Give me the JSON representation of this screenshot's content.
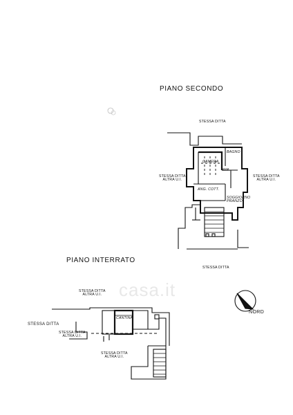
{
  "floors": {
    "second": "PIANO SECONDO",
    "basement": "PIANO INTERRATO"
  },
  "second_floor": {
    "top_neighbor": "STESSA DITTA",
    "bottom_neighbor": "STESSA DITTA",
    "left_neighbor": "STESSA DITTA\nALTRA U.I.",
    "right_neighbor": "STESSA DITTA\nALTRA U.I.",
    "rooms": {
      "camera": "CAMERA",
      "bagno": "BAGNO",
      "rip": "RIP.",
      "ang_cott": "ANG. COTT.",
      "soggiorno": "SOGGIORNO\nPRANZO"
    }
  },
  "basement": {
    "neighbor_top": "STESSA DITTA\nALTRA U.I.",
    "neighbor_left": "STESSA DITTA",
    "neighbor_mid": "STESSA DITTA\nALTRA U.I.",
    "neighbor_bottom": "STESSA DITTA\nALTRA U.I.",
    "room_cantina": "CANTINA"
  },
  "compass_label": "NORD",
  "watermark": "casa.it"
}
